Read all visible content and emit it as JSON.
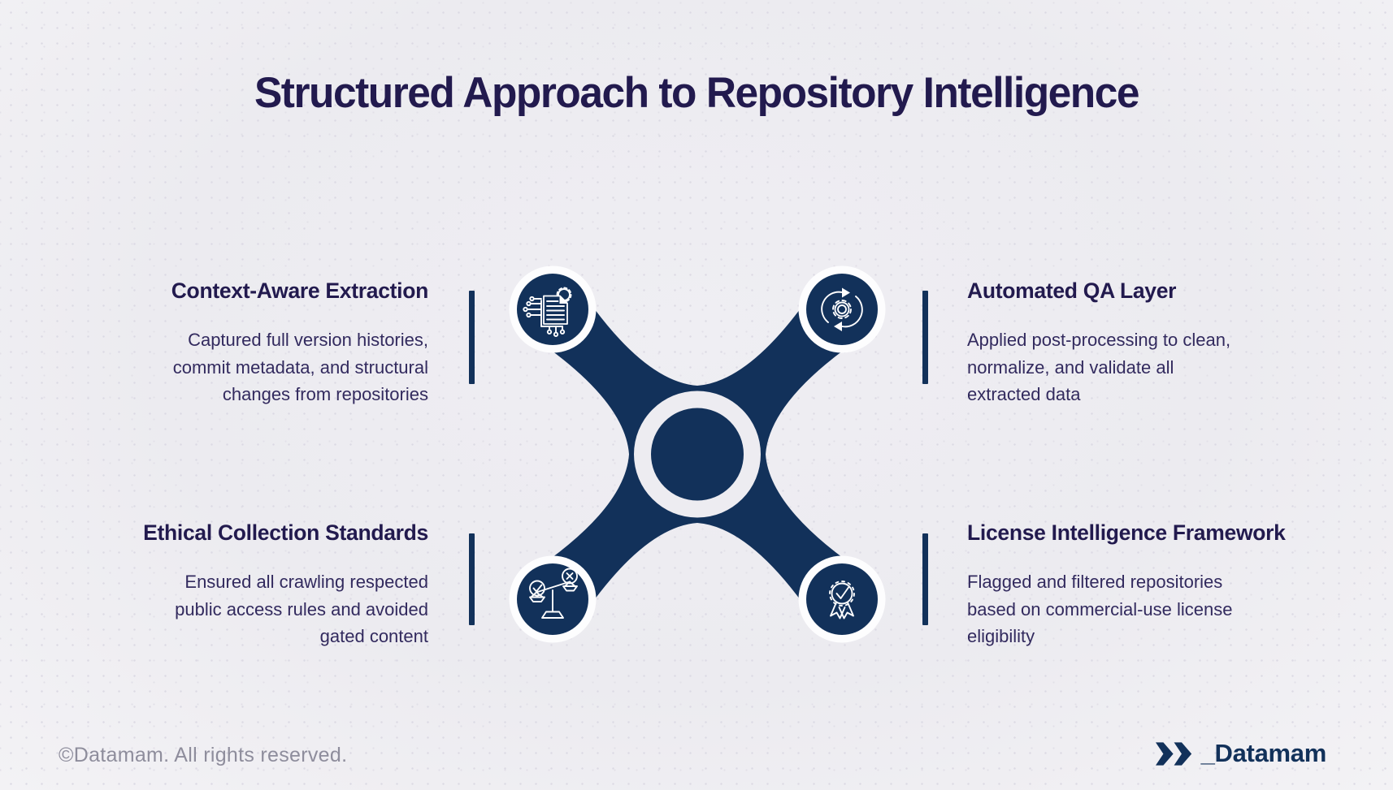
{
  "page": {
    "title": "Structured Approach to Repository Intelligence"
  },
  "theme": {
    "background": "#edecf1",
    "navy": "#12315a",
    "ink": "#221a4e",
    "body": "#322a5e",
    "muted": "#8e8d9c",
    "ring": "#fdfdfe"
  },
  "quadrants": [
    {
      "icon": "document-circuit-gear-icon",
      "title": "Context-Aware Extraction",
      "description": "Captured full version histories, commit metadata, and structural changes from repositories",
      "lines": [
        "Captured full version histories,",
        "commit metadata, and structural",
        "changes from repositories"
      ]
    },
    {
      "icon": "gear-sync-arrows-icon",
      "title": "Automated QA Layer",
      "description": "Applied post-processing to clean, normalize, and validate all extracted data",
      "lines": [
        "Applied post-processing to clean,",
        "normalize, and validate all",
        "extracted data"
      ]
    },
    {
      "icon": "balance-scale-icon",
      "title": "Ethical Collection Standards",
      "description": "Ensured all crawling respected public access rules and avoided gated content",
      "lines": [
        "Ensured all crawling respected",
        "public access rules and avoided",
        "gated content"
      ]
    },
    {
      "icon": "award-ribbon-icon",
      "title": "License Intelligence Framework",
      "description": "Flagged and filtered repositories based on commercial-use license eligibility",
      "lines": [
        "Flagged and filtered repositories",
        "based on commercial-use license",
        "eligibility"
      ]
    }
  ],
  "footer": {
    "copyright": "©Datamam. All rights reserved.",
    "brand": "_Datamam"
  }
}
